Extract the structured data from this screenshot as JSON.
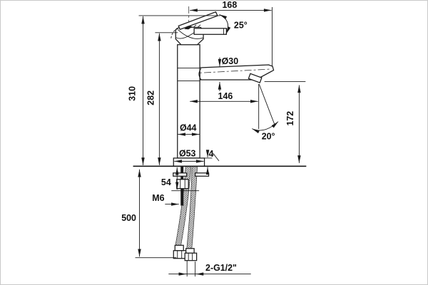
{
  "drawing": {
    "background": "#ffffff",
    "line_color": "#1a1a1a",
    "labels": {
      "spout_reach": "168",
      "lever_angle": "25°",
      "spout_diameter": "Ø30",
      "total_height": "310",
      "body_height": "282",
      "outlet_offset": "146",
      "outlet_height": "172",
      "stream_angle": "20°",
      "body_diameter": "Ø44",
      "base_diameter": "Ø53",
      "base_plate_height": "4",
      "clamp_depth": "54",
      "stud_thread": "M6",
      "hose_length": "500",
      "hose_connection": "2-G1/2\""
    }
  }
}
